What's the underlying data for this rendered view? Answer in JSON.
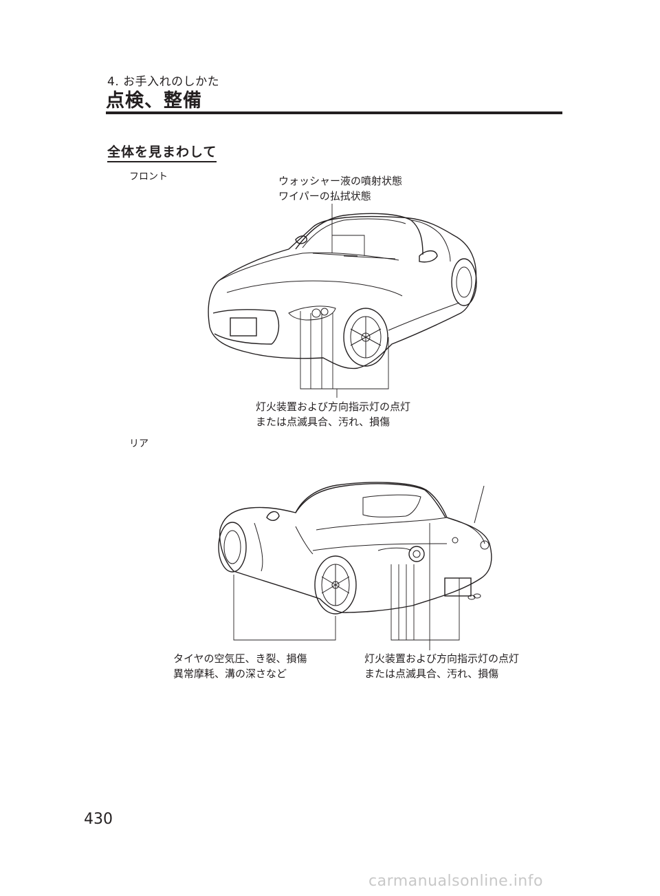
{
  "header": {
    "chapter": "4. お手入れのしかた",
    "title": "点検、整備"
  },
  "section": {
    "heading": "全体を見まわして"
  },
  "front": {
    "view_label": "フロント",
    "callout_top": [
      "ウォッシャー液の噴射状態",
      "ワイパーの払拭状態"
    ],
    "callout_bottom": [
      "灯火装置および方向指示灯の点灯",
      "または点滅具合、汚れ、損傷"
    ]
  },
  "rear": {
    "view_label": "リア",
    "callout_left": [
      "タイヤの空気圧、き裂、損傷",
      "異常摩耗、溝の深さなど"
    ],
    "callout_right": [
      "灯火装置および方向指示灯の点灯",
      "または点滅具合、汚れ、損傷"
    ]
  },
  "footer": {
    "page_number": "430",
    "watermark": "carmanualsonline.info"
  }
}
